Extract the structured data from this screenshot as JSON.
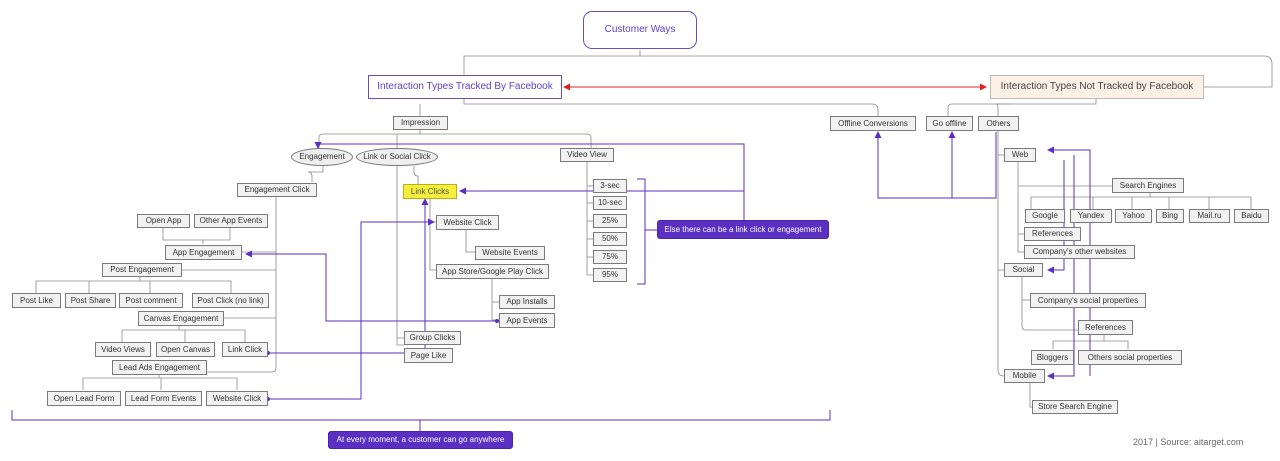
{
  "nodes": {
    "root": "Customer Ways",
    "fb": "Interaction Types Tracked By Facebook",
    "nfb": "Interaction Types Not Tracked by Facebook",
    "impression": "Impression",
    "engagement": "Engagement",
    "link_social": "Link or Social Click",
    "video_view": "Video View",
    "engagement_click": "Engagement Click",
    "link_clicks": "Link Clicks",
    "v3": "3-sec",
    "v10": "10-sec",
    "p25": "25%",
    "p50": "50%",
    "p75": "75%",
    "p95": "95%",
    "else_note": "Else there can be a link click or engagement",
    "open_app": "Open App",
    "other_app_events": "Other App Events",
    "app_engagement": "App Engagement",
    "post_engagement": "Post Engagement",
    "post_like": "Post Like",
    "post_share": "Post Share",
    "post_comment": "Post comment",
    "post_click": "Post Click (no link)",
    "canvas_engagement": "Canvas Engagement",
    "video_views": "Video Views",
    "open_canvas": "Open Canvas",
    "link_click": "Link Click",
    "lead_ads": "Lead Ads Engagement",
    "open_lead_form": "Open Lead Form",
    "lead_form_events": "Lead Form Events",
    "website_click_left": "Website Click",
    "website_click": "Website Click",
    "website_events": "Website Events",
    "app_store_click": "App Store/Google Play Click",
    "app_installs": "App Installs",
    "app_events": "App Events",
    "group_clicks": "Group Clicks",
    "page_like": "Page Like",
    "offline_conversions": "Offline Conversions",
    "go_offline": "Go offline",
    "others": "Others",
    "web": "Web",
    "search_engines": "Search Engines",
    "google": "Google",
    "yandex": "Yandex",
    "yahoo": "Yahoo",
    "bing": "Bing",
    "mailru": "Mail.ru",
    "baidu": "Baidu",
    "references_web": "References",
    "company_websites": "Company's other websites",
    "social": "Social",
    "company_social": "Company's social properties",
    "references_social": "References",
    "bloggers": "Bloggers",
    "others_social": "Others social properties",
    "mobile": "Mobile",
    "store_search": "Store Search Engine",
    "anywhere_note": "At every moment,  a customer can go anywhere"
  },
  "footer": "2017 | Source: aitarget.com",
  "colors": {
    "accent": "#5a2fc2",
    "arrow_red": "#e02020",
    "line_gray": "#888888",
    "highlight": "#f5ef3c"
  }
}
